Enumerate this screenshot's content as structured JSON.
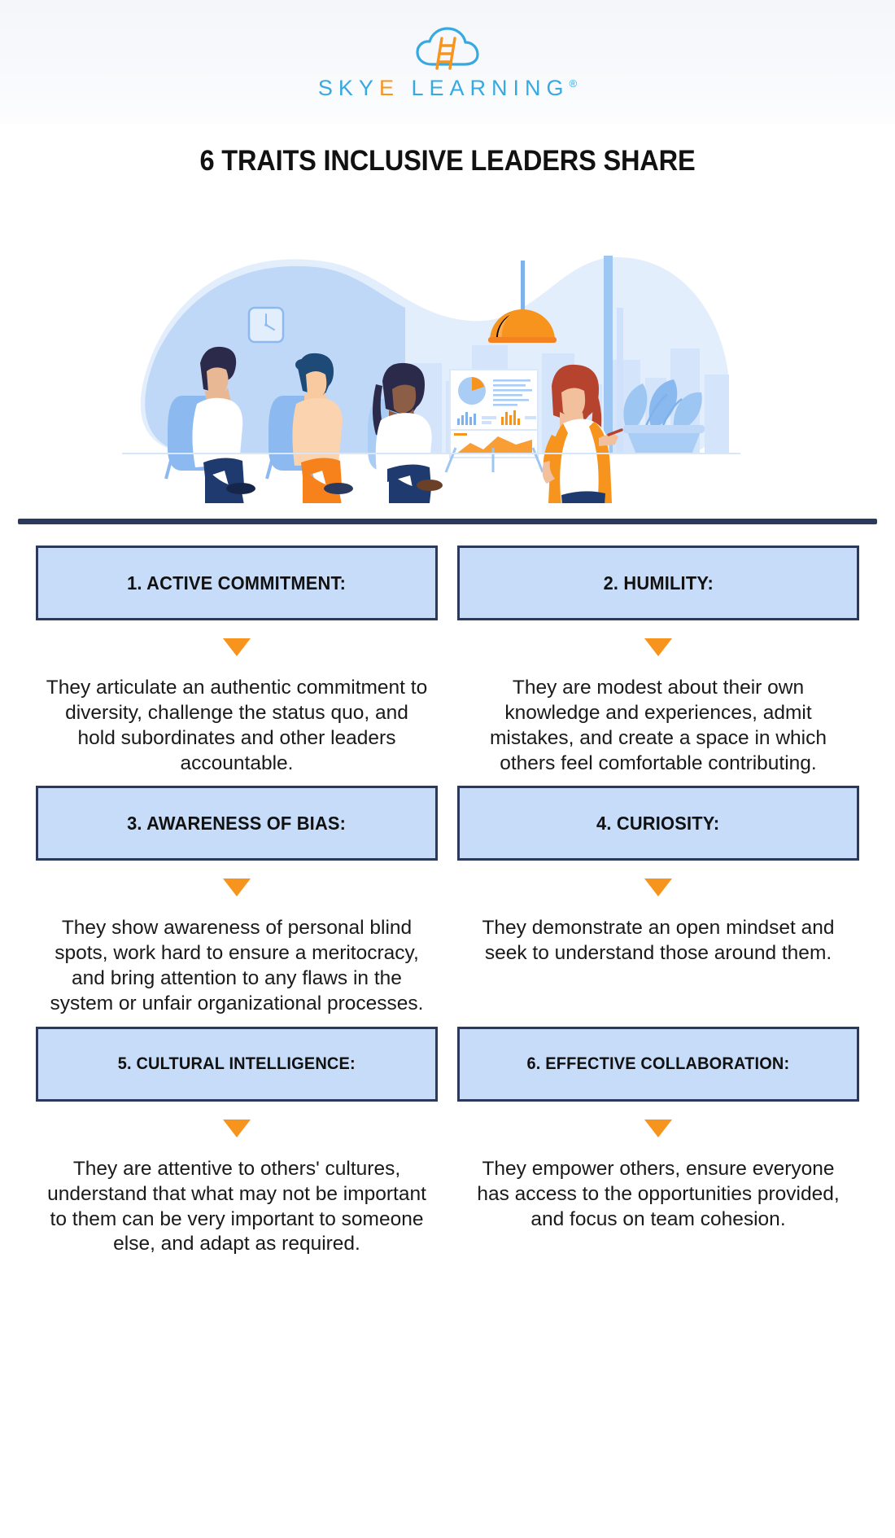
{
  "brand": {
    "logo_icon": "cloud-ladder-icon",
    "word_part1": "SKY",
    "word_highlight": "E",
    "word_part2": " LEARNING",
    "registered_mark": "®",
    "cloud_color": "#36a9e1",
    "ladder_color": "#f7941e"
  },
  "header": {
    "title": "6 TRAITS INCLUSIVE LEADERS SHARE"
  },
  "illustration": {
    "name": "business-meeting-presentation-illustration",
    "elements": [
      "wall-clock",
      "pendant-lamp",
      "city-skyline",
      "flipchart-with-charts",
      "presenter",
      "three-seated-attendees",
      "potted-plant"
    ],
    "colors": {
      "blob_light": "#e8f0fd",
      "blob_mid": "#c3daf7",
      "accent_orange": "#f7941e",
      "navy": "#2b3a5c"
    }
  },
  "theme": {
    "box_fill": "#c6dcf8",
    "box_border": "#2b3a5c",
    "arrow_color": "#f7941e",
    "text_color": "#111111"
  },
  "traits": [
    {
      "label": "1. ACTIVE COMMITMENT:",
      "description": "They articulate an authentic commitment to diversity, challenge the status quo, and hold subordinates and other leaders accountable."
    },
    {
      "label": "2. HUMILITY:",
      "description": "They are modest about their own knowledge and experiences, admit mistakes, and create a space in which others feel comfortable contributing."
    },
    {
      "label": "3. AWARENESS OF BIAS:",
      "description": "They show awareness of personal blind spots, work hard to ensure a meritocracy, and bring attention to any flaws in the system or unfair organizational processes."
    },
    {
      "label": "4. CURIOSITY:",
      "description": "They demonstrate an open mindset and seek to understand those around them."
    },
    {
      "label": "5. CULTURAL INTELLIGENCE:",
      "description": "They are attentive to others' cultures, understand that what may not be important to them can be very important to someone else, and adapt as required."
    },
    {
      "label": "6. EFFECTIVE COLLABORATION:",
      "description": "They empower others, ensure everyone has access to the opportunities provided, and focus on team cohesion."
    }
  ]
}
